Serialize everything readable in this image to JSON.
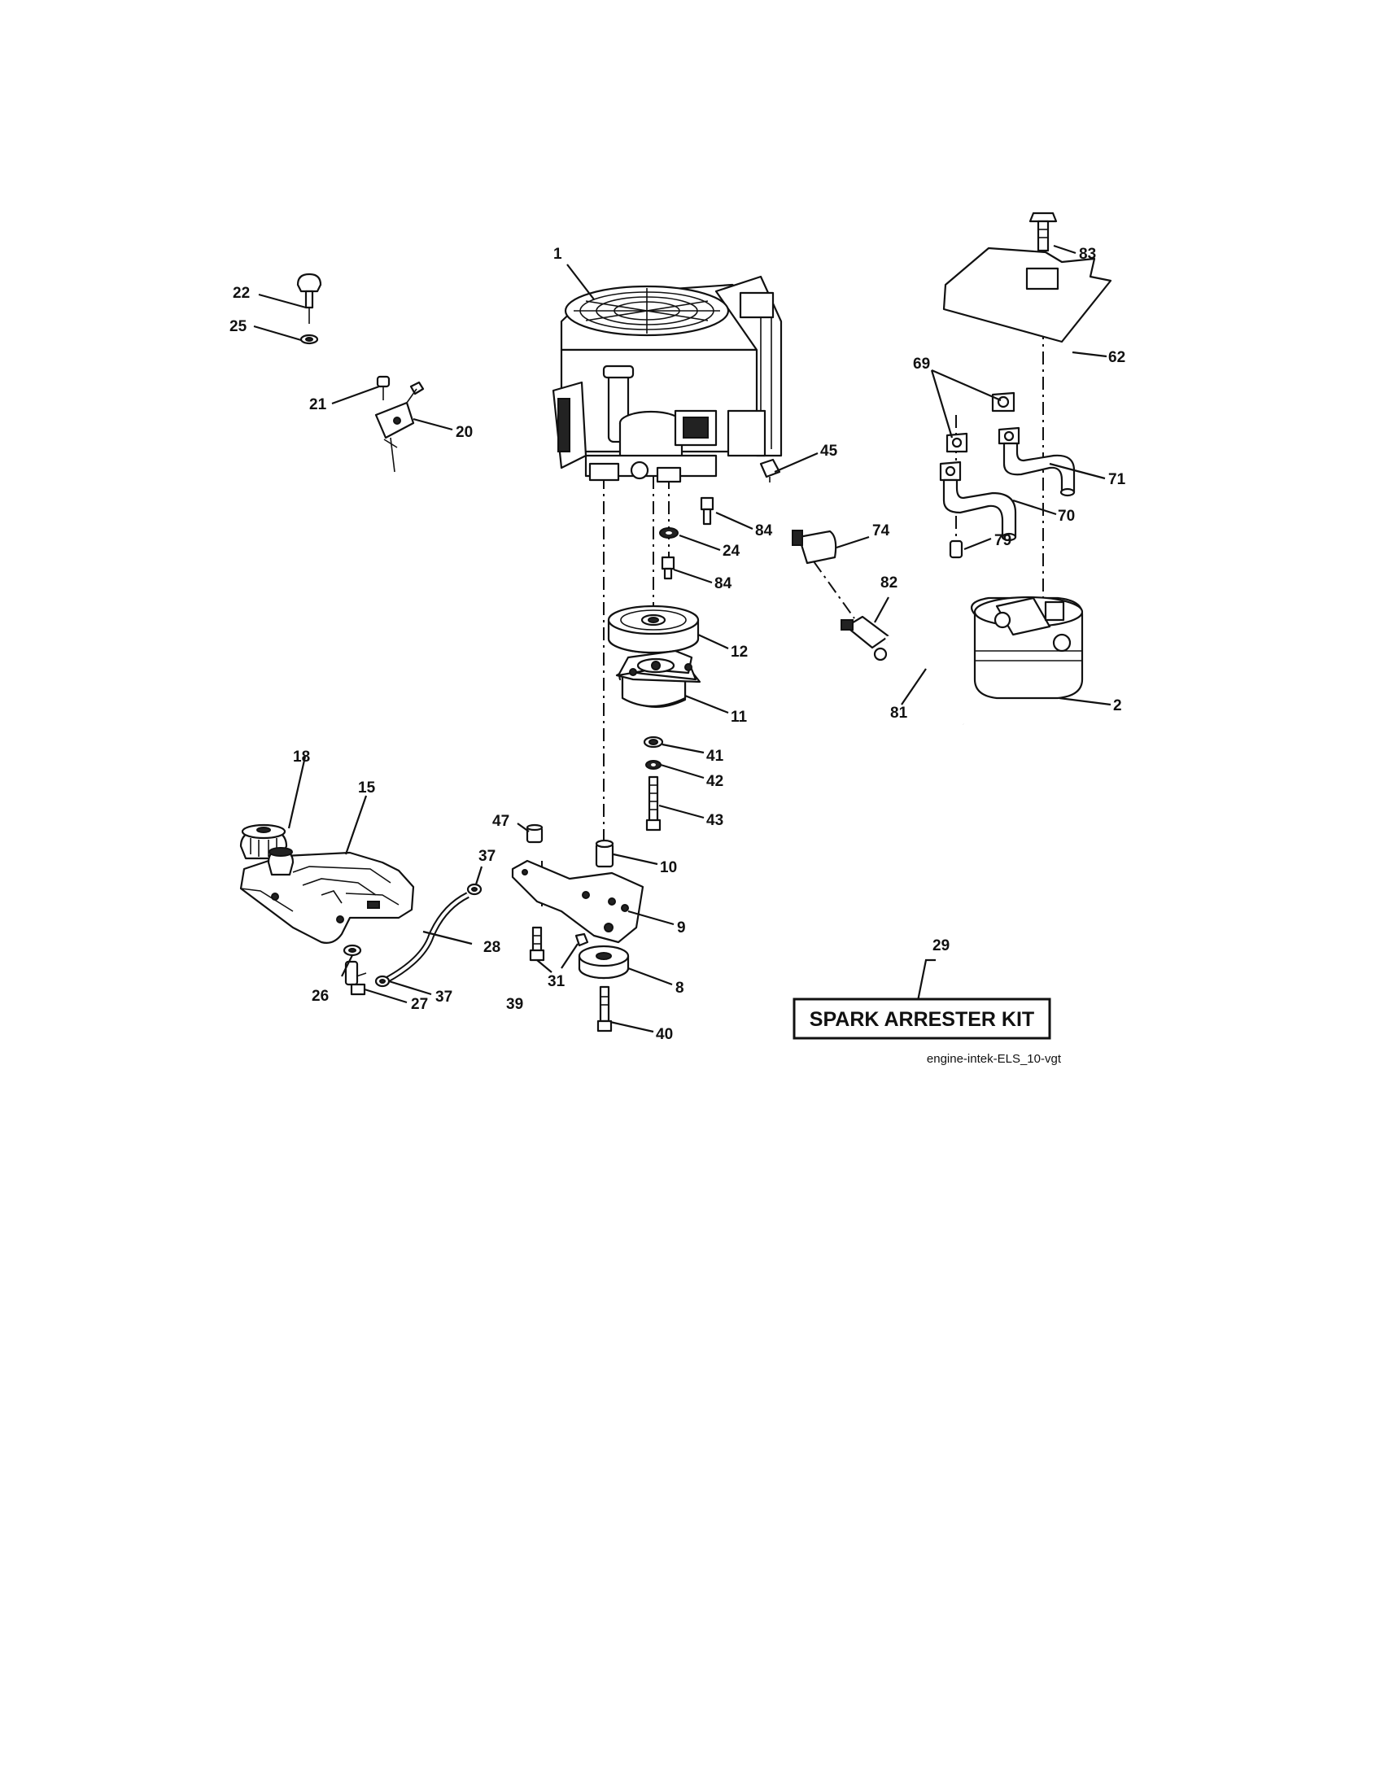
{
  "diagram": {
    "callouts": {
      "c1": "1",
      "c2": "2",
      "c8": "8",
      "c9": "9",
      "c10": "10",
      "c11": "11",
      "c12": "12",
      "c15": "15",
      "c18": "18",
      "c20": "20",
      "c21": "21",
      "c22": "22",
      "c24": "24",
      "c25": "25",
      "c26": "26",
      "c27": "27",
      "c28": "28",
      "c29": "29",
      "c31": "31",
      "c37a": "37",
      "c37b": "37",
      "c39": "39",
      "c40": "40",
      "c41": "41",
      "c42": "42",
      "c43": "43",
      "c45": "45",
      "c47": "47",
      "c62": "62",
      "c69": "69",
      "c70": "70",
      "c71": "71",
      "c74": "74",
      "c79": "79",
      "c81": "81",
      "c82": "82",
      "c83": "83",
      "c84a": "84",
      "c84b": "84"
    },
    "kit_label": "SPARK ARRESTER KIT",
    "reference": "engine-intek-ELS_10-vgt"
  }
}
